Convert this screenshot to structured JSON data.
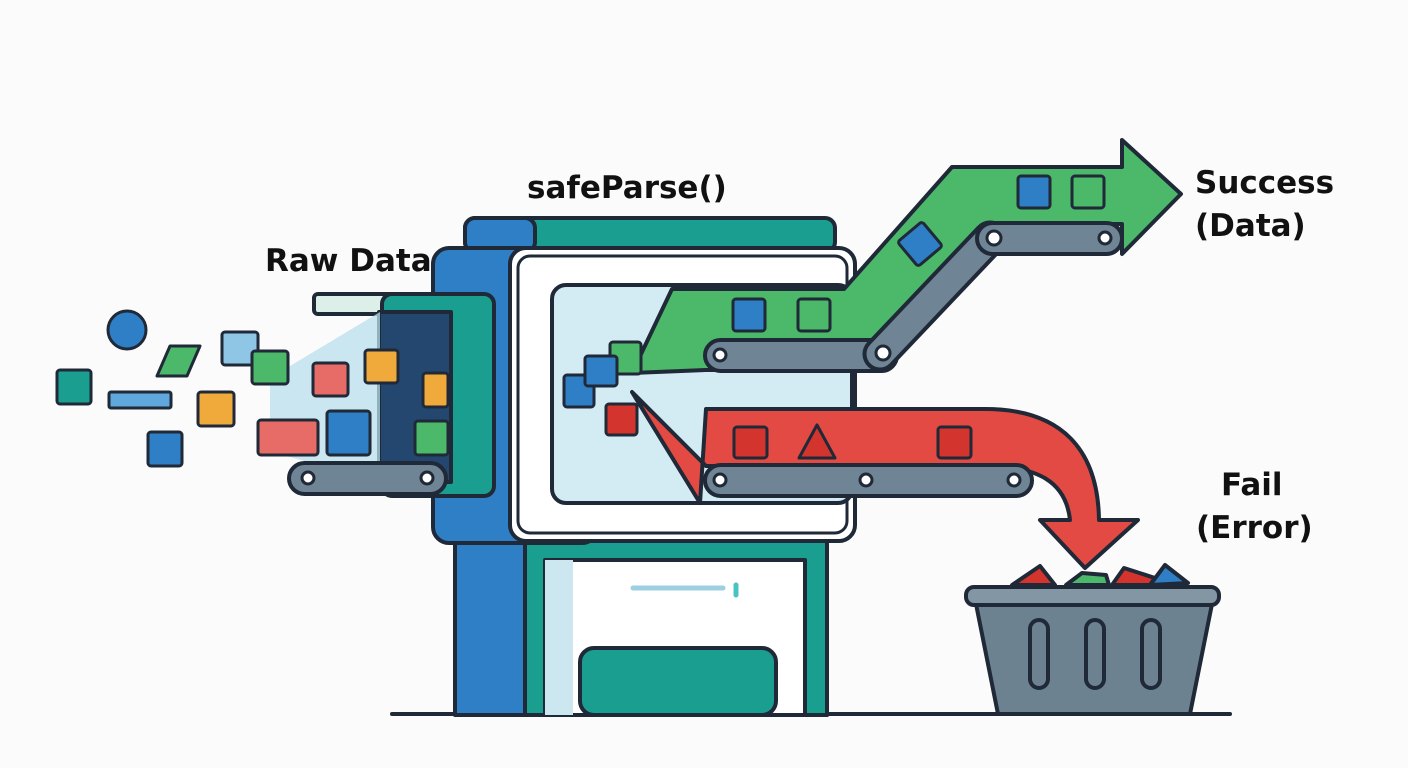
{
  "labels": {
    "raw": "Raw Data",
    "func": "safeParse()",
    "success_line1": "Success",
    "success_line2": "(Data)",
    "fail_line1": "Fail",
    "fail_line2": "(Error)"
  },
  "colors": {
    "outline": "#1f2937",
    "blue": "#2f7fc7",
    "teal": "#1a9e90",
    "green": "#4cb86a",
    "red": "#e24a43",
    "yellow": "#f0a93b",
    "light_blue": "#a6d4e8",
    "salmon": "#e76b66",
    "navy": "#24476f",
    "belt_gray": "#6f8494",
    "basket_gray": "#6c8291",
    "background": "#fbfbfb"
  },
  "icons": {
    "machine": "parser-machine-icon",
    "success_path": "green-arrow-icon",
    "fail_path": "red-arrow-icon",
    "trash": "trash-basket-icon"
  }
}
